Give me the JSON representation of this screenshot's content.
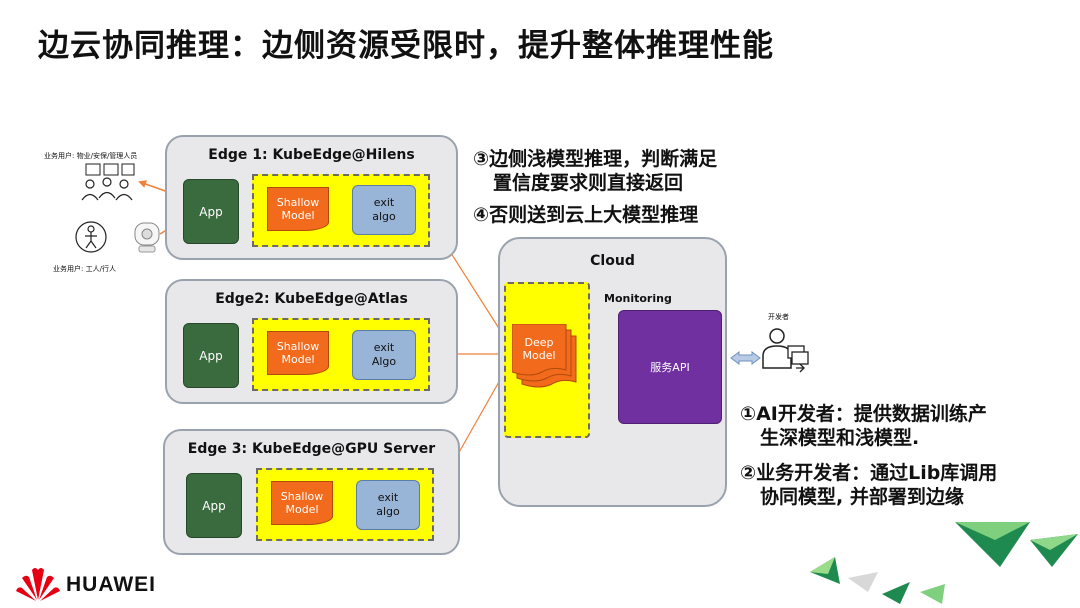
{
  "slide": {
    "title": "边云协同推理：边侧资源受限时，提升整体推理性能"
  },
  "users": {
    "business_user_1": "业务用户: 物业/安保/管理人员",
    "business_user_2": "业务用户: 工人/行人",
    "developer": "开发者"
  },
  "edges": [
    {
      "title": "Edge 1: KubeEdge@Hilens",
      "app": "App",
      "shallow_line1": "Shallow",
      "shallow_line2": "Model",
      "exit_line1": "exit",
      "exit_line2": "algo"
    },
    {
      "title": "Edge2: KubeEdge@Atlas",
      "app": "App",
      "shallow_line1": "Shallow",
      "shallow_line2": "Model",
      "exit_line1": "exit",
      "exit_line2": "Algo"
    },
    {
      "title": "Edge 3:  KubeEdge@GPU Server",
      "app": "App",
      "shallow_line1": "Shallow",
      "shallow_line2": "Model",
      "exit_line1": "exit",
      "exit_line2": "algo"
    }
  ],
  "cloud": {
    "title": "Cloud",
    "monitoring": "Monitoring",
    "deep_line1": "Deep",
    "deep_line2": "Model",
    "service_api": "服务API"
  },
  "notes": {
    "n3_line1": "③边侧浅模型推理，判断满足",
    "n3_line2": "置信度要求则直接返回",
    "n4": "④否则送到云上大模型推理",
    "n1_line1": "①AI开发者：提供数据训练产",
    "n1_line2": "生深模型和浅模型.",
    "n2_line1": "②业务开发者：通过Lib库调用",
    "n2_line2": "协同模型, 并部署到边缘"
  },
  "brand": {
    "name": "HUAWEI",
    "red": "#e60012"
  },
  "colors": {
    "arrow": "#f0813a",
    "edge_bg": "#e8e8ea",
    "app_green": "#3a6b3f",
    "shallow_orange": "#f26a1b",
    "exit_blue": "#98b4d6",
    "service_purple": "#7030a0",
    "yellow": "#ffff00"
  }
}
